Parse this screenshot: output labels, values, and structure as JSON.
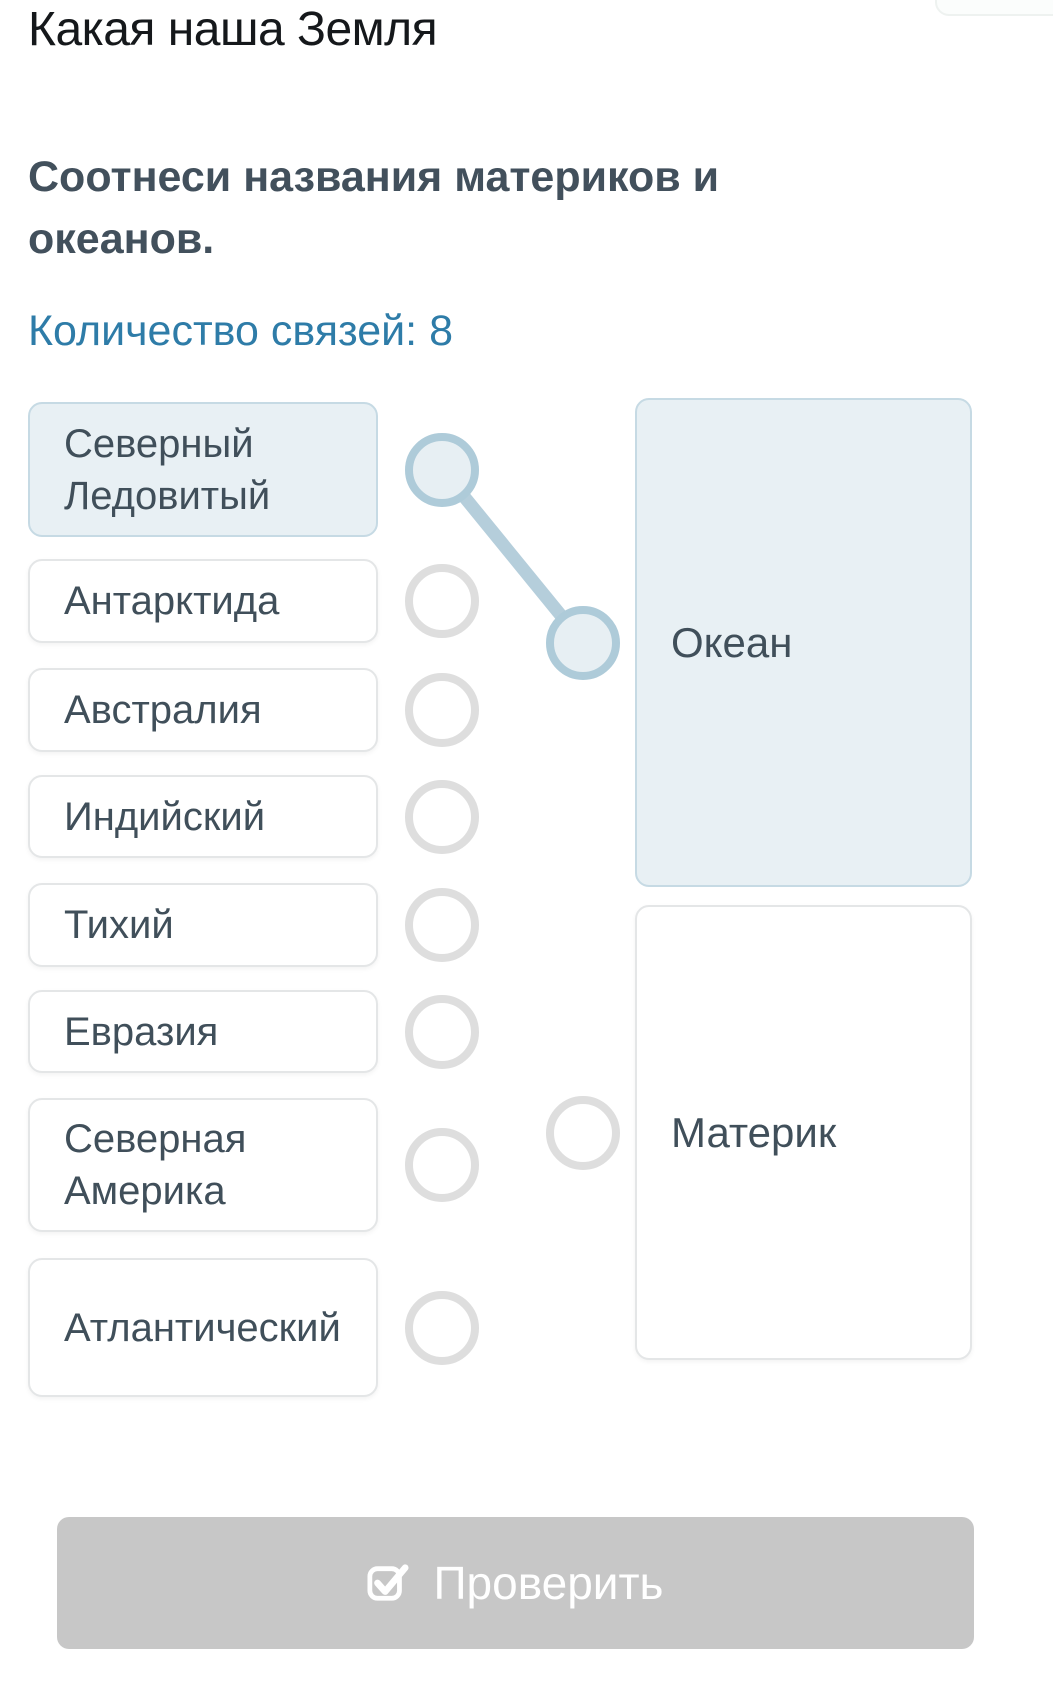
{
  "header": {
    "title": "Какая наша Земля",
    "task": "Соотнеси названия материков и океанов.",
    "connections_count_label": "Количество связей: 8"
  },
  "left_items": [
    {
      "label": "Северный Ледовитый",
      "state": "selected"
    },
    {
      "label": "Антарктида",
      "state": "default"
    },
    {
      "label": "Австралия",
      "state": "default"
    },
    {
      "label": "Индийский",
      "state": "default"
    },
    {
      "label": "Тихий",
      "state": "default"
    },
    {
      "label": "Евразия",
      "state": "default"
    },
    {
      "label": "Северная Америка",
      "state": "default"
    },
    {
      "label": "Атлантический",
      "state": "default"
    }
  ],
  "right_items": [
    {
      "label": "Океан",
      "state": "selected"
    },
    {
      "label": "Материк",
      "state": "default"
    }
  ],
  "connections": [
    {
      "from_left_index": 0,
      "to_right_index": 0
    }
  ],
  "button": {
    "label": "Проверить",
    "icon": "checkbox-check-icon",
    "enabled": false
  },
  "colors": {
    "accent_blue_text": "#2e7ca8",
    "selected_fill": "#e8f0f4",
    "selected_border": "#c6dae4",
    "connector_active_border": "#aecbd9",
    "connector_inactive_border": "#dedede",
    "connection_line": "#b5cedb",
    "button_bg": "#c7c7c7",
    "button_text": "#ffffff",
    "item_text": "#404f5a"
  }
}
